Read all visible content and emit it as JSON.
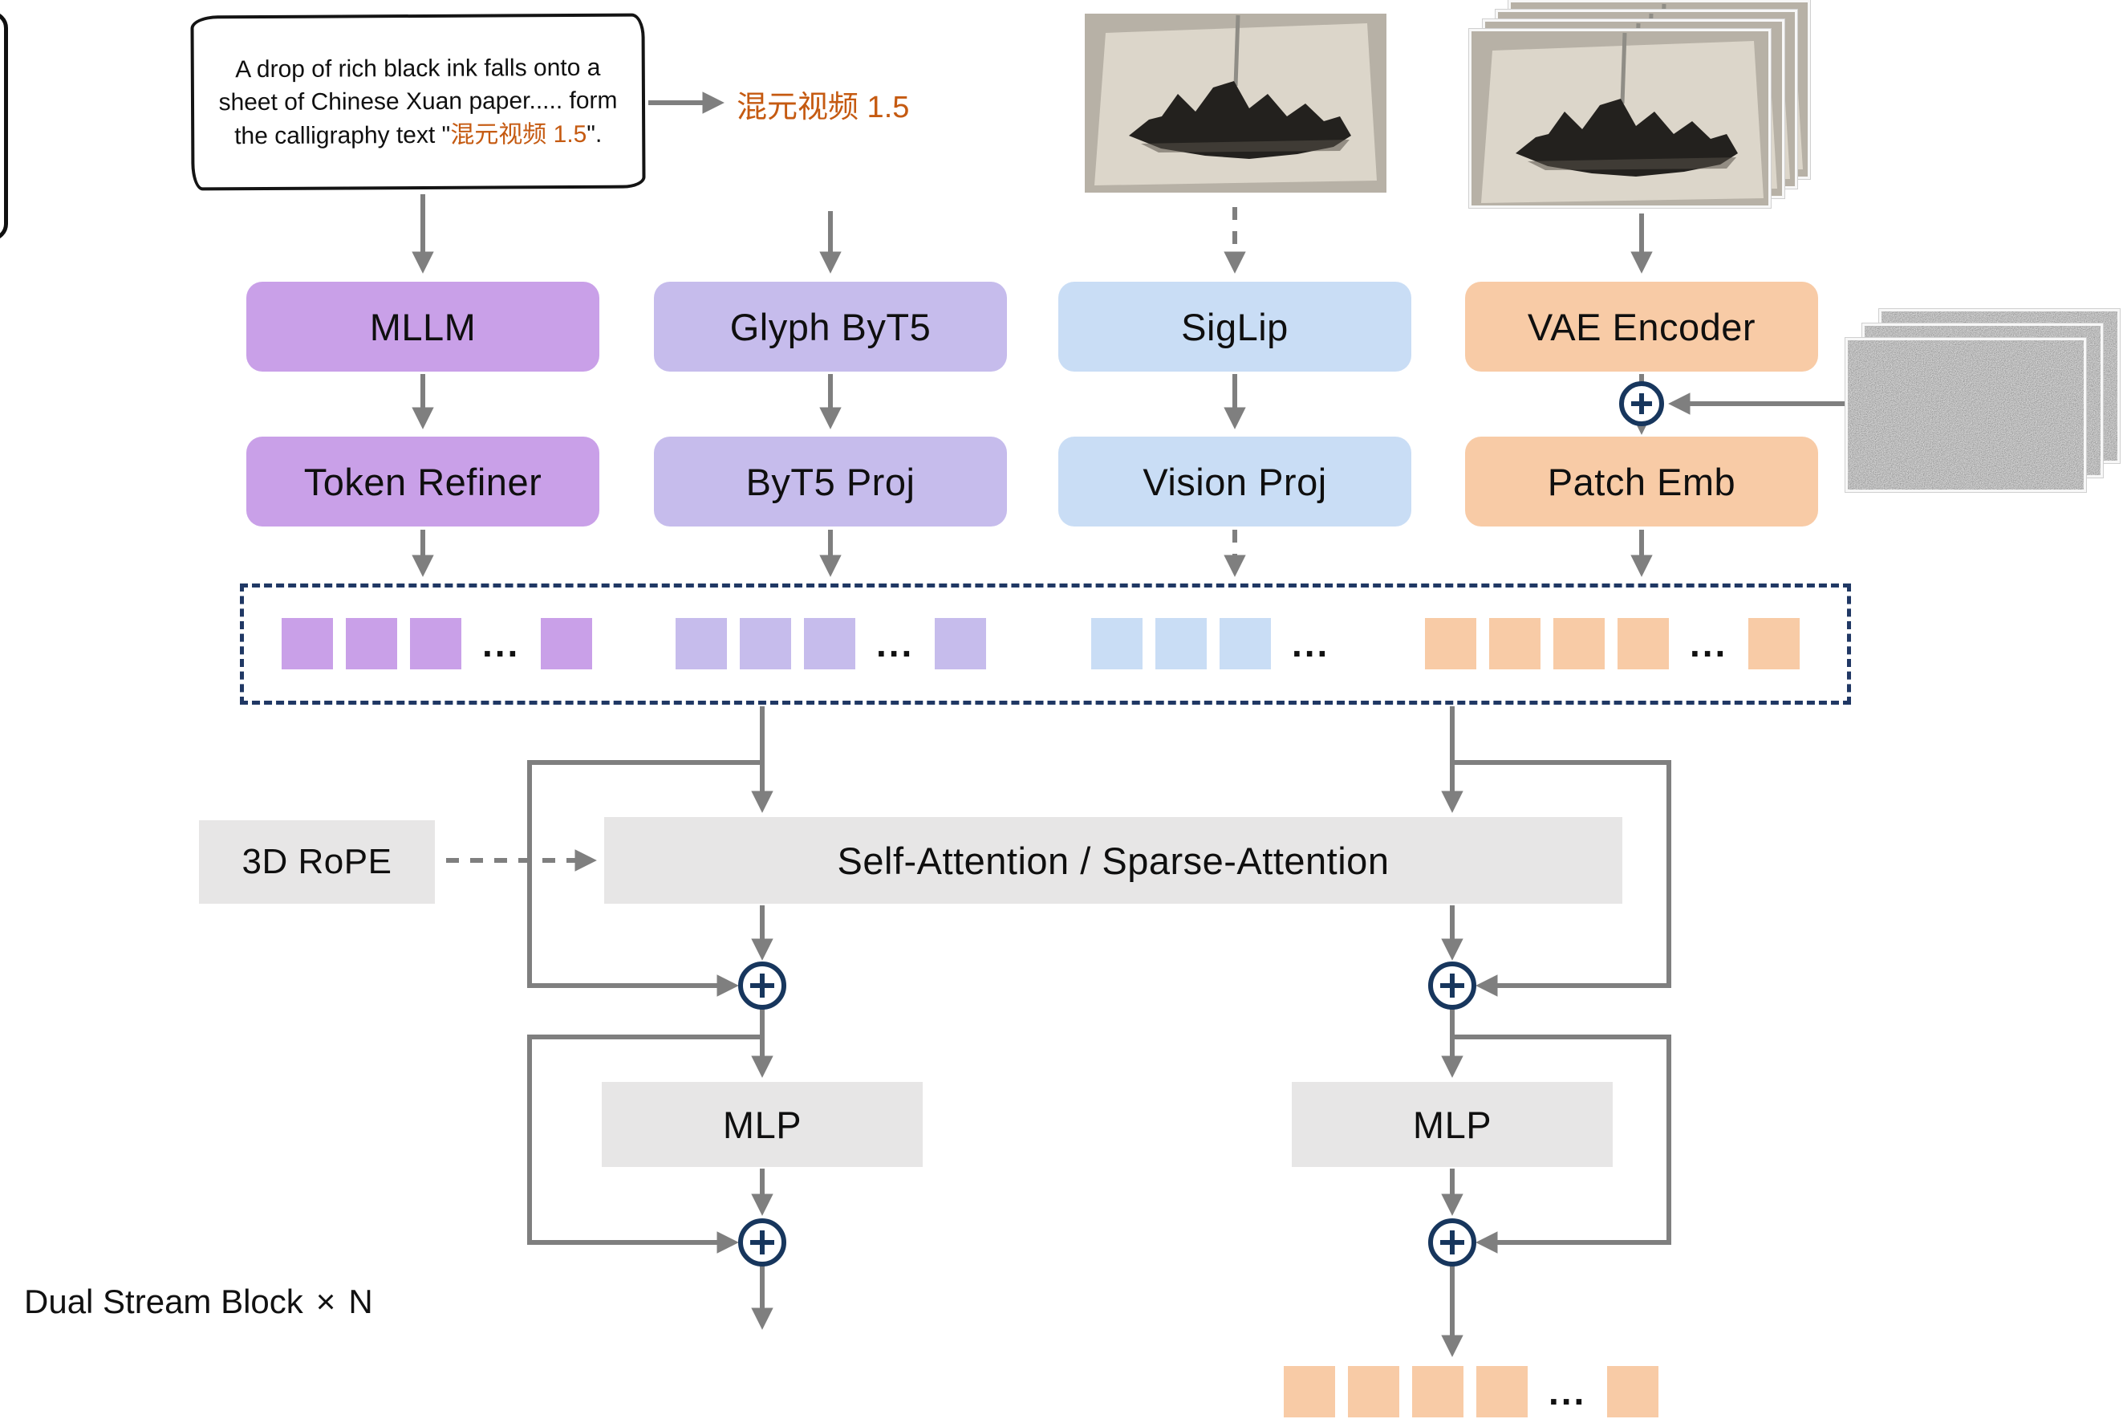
{
  "colors": {
    "purple": "#c9a0e8",
    "lavender": "#c6bcec",
    "blue": "#c9ddf5",
    "orange": "#f8cba6",
    "gray_block": "#e7e6e6",
    "arrow": "#7f7f7f",
    "navy": "#17365d",
    "accent_text": "#c55a11"
  },
  "note": {
    "prefix": "A drop of rich black ink falls onto a sheet of Chinese Xuan paper..... form the calligraphy text \"",
    "highlight": "混元视频 1.5",
    "suffix": "\"."
  },
  "prompt_label": "混元视频 1.5",
  "encoder_row": [
    {
      "label": "MLLM"
    },
    {
      "label": "Glyph ByT5"
    },
    {
      "label": "SigLip"
    },
    {
      "label": "VAE Encoder"
    }
  ],
  "proj_row": [
    {
      "label": "Token Refiner"
    },
    {
      "label": "ByT5 Proj"
    },
    {
      "label": "Vision Proj"
    },
    {
      "label": "Patch Emb"
    }
  ],
  "attention_block": {
    "rope_label": "3D RoPE",
    "self_attention_label": "Self-Attention / Sparse-Attention",
    "mlp_left_label": "MLP",
    "mlp_right_label": "MLP"
  },
  "footer": {
    "label": "Dual Stream Block",
    "times": "×",
    "n": "N"
  },
  "ellipsis": "...",
  "token_groups": [
    {
      "name": "mllm-tokens",
      "color": "#c9a0e8",
      "lead": 3,
      "trail": 1
    },
    {
      "name": "byt5-tokens",
      "color": "#c6bcec",
      "lead": 3,
      "trail": 1
    },
    {
      "name": "siglip-tokens",
      "color": "#c9ddf5",
      "lead": 3,
      "trail": 0
    },
    {
      "name": "latent-tokens",
      "color": "#f8cba6",
      "lead": 4,
      "trail": 1
    },
    {
      "name": "output-tokens",
      "color": "#f8cba6",
      "lead": 4,
      "trail": 1
    }
  ]
}
